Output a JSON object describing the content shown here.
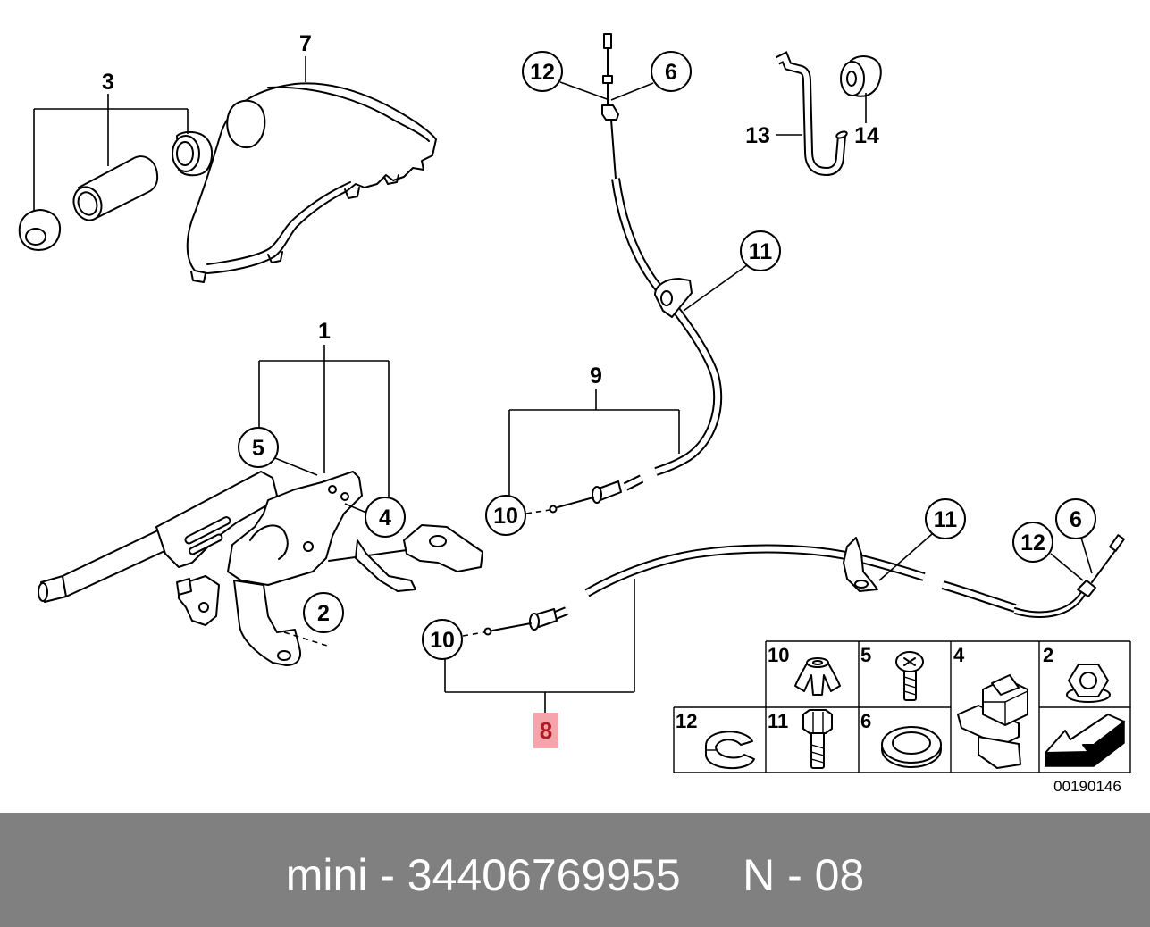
{
  "callouts": {
    "c7": "7",
    "c3": "3",
    "c12_top": "12",
    "c6_top": "6",
    "c13": "13",
    "c14": "14",
    "c11_top": "11",
    "c1": "1",
    "c9": "9",
    "c5": "5",
    "c4": "4",
    "c10_top": "10",
    "c11_bottom": "11",
    "c6_bottom": "6",
    "c12_bottom": "12",
    "c2": "2",
    "c10_bottom": "10",
    "c8": "8"
  },
  "legend": {
    "cells": [
      {
        "label": "10",
        "icon": "push-nut-icon"
      },
      {
        "label": "5",
        "icon": "screw-icon"
      },
      {
        "label": "4",
        "icon": "cable-clip-icon"
      },
      {
        "label": "2",
        "icon": "hex-nut-icon"
      },
      {
        "label": "12",
        "icon": "retaining-clip-icon"
      },
      {
        "label": "11",
        "icon": "hex-bolt-icon"
      },
      {
        "label": "6",
        "icon": "washer-icon"
      },
      {
        "icon": "arrow-icon"
      }
    ]
  },
  "diagram_id": "00190146",
  "footer": {
    "text": "mini - 34406769955     N - 08"
  },
  "colors": {
    "line": "#000000",
    "footer_bg": "#808080",
    "footer_text": "#ffffff",
    "highlight_bg": "#f4a4aa",
    "highlight_text": "#b01c24"
  }
}
